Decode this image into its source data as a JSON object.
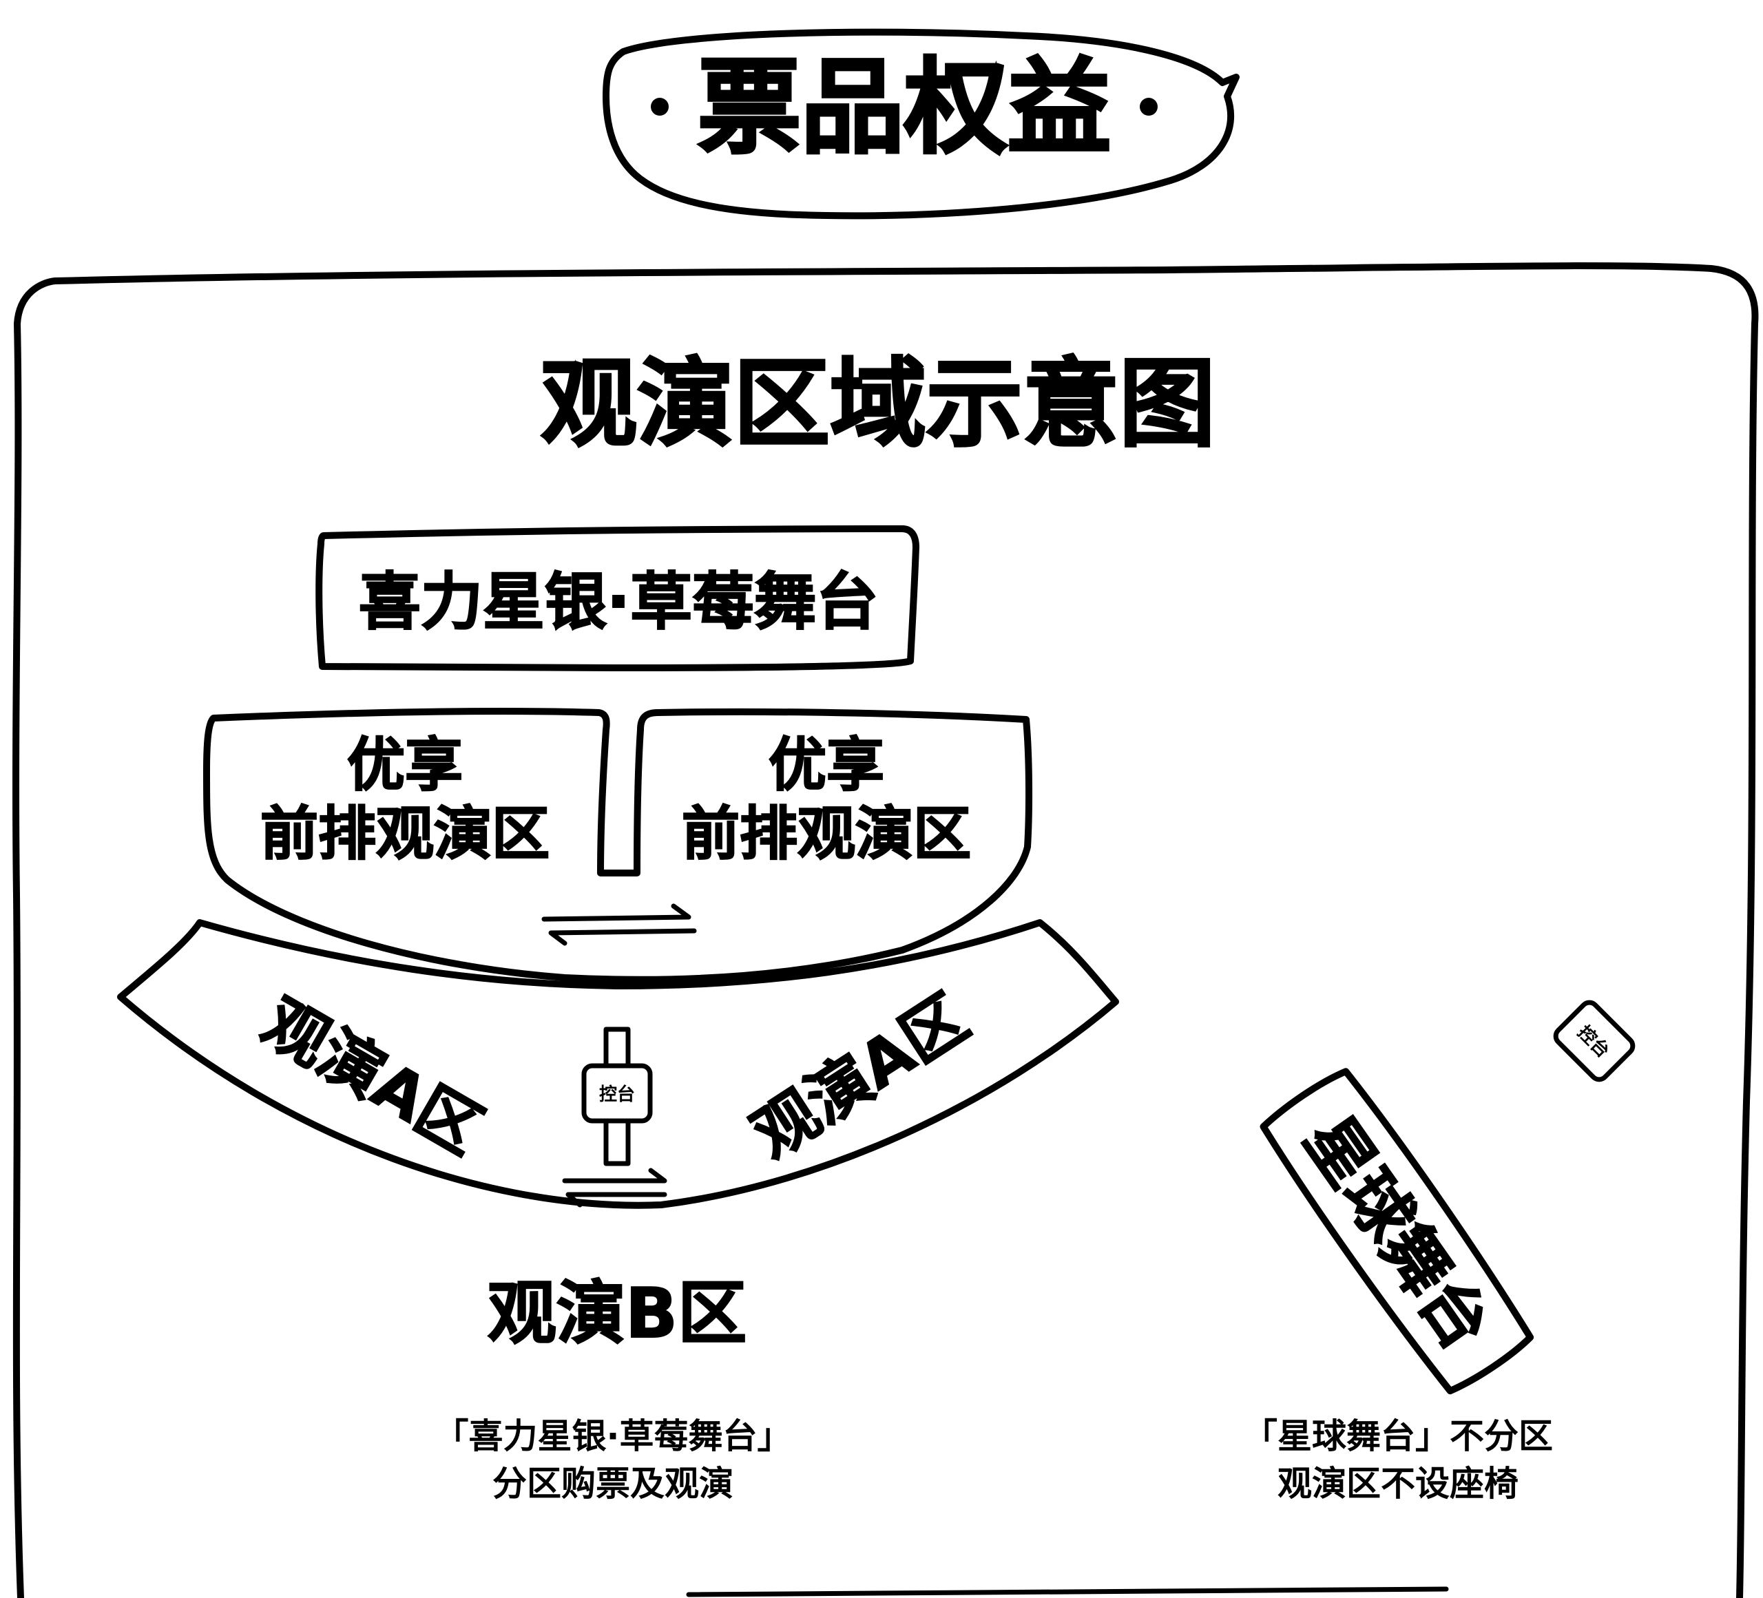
{
  "header": {
    "title": "票品权益",
    "bullet": "·"
  },
  "diagram": {
    "title": "观演区域示意图",
    "main_stage_label": "喜力星银·草莓舞台",
    "front_left": {
      "line1": "优享",
      "line2": "前排观演区"
    },
    "front_right": {
      "line1": "优享",
      "line2": "前排观演区"
    },
    "zone_a_left": "观演A区",
    "zone_a_right": "观演A区",
    "zone_b": "观演B区",
    "control_label": "控台",
    "planet_stage_label": "星球舞台",
    "planet_control_label": "控台",
    "note_left": {
      "line1": "「喜力星银·草莓舞台」",
      "line2": "分区购票及观演"
    },
    "note_right": {
      "line1": "「星球舞台」不分区",
      "line2": "观演区不设座椅"
    }
  }
}
